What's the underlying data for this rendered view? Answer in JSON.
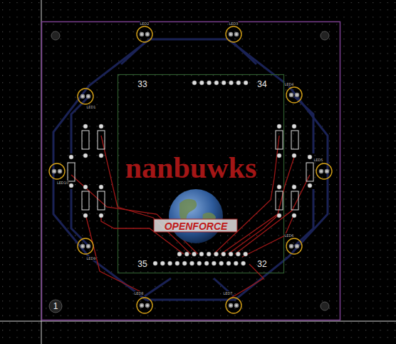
{
  "diagram": {
    "labels": [
      "nanbuwks",
      "OPENFORCE",
      "33",
      "34",
      "35",
      "32",
      "1",
      "LED2",
      "LED3",
      "LED1",
      "LED4",
      "LED10",
      "LED5",
      "LED9",
      "LED6",
      "LED8",
      "LED7"
    ]
  }
}
